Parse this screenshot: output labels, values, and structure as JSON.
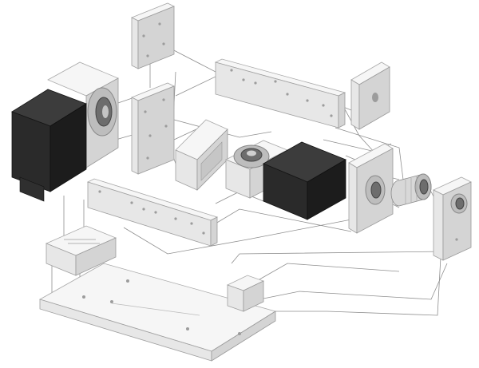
{
  "diagram": {
    "branding": {
      "motor_left_logo": "",
      "motor_right_logo": "",
      "rail_logo": ""
    },
    "colors": {
      "background": "#ffffff",
      "housing_dark": "#2a2a2a",
      "housing_light": "#e7e7e7",
      "wire": "#8f8f8f"
    },
    "parts": [
      {
        "id": "upper-bracket",
        "kind": "bracket"
      },
      {
        "id": "mid-bracket",
        "kind": "bracket"
      },
      {
        "id": "long-rail-upper",
        "kind": "rail"
      },
      {
        "id": "end-plate-upper-right",
        "kind": "plate"
      },
      {
        "id": "left-motor-unit",
        "kind": "motor"
      },
      {
        "id": "spacer-block",
        "kind": "block"
      },
      {
        "id": "center-rotary-unit",
        "kind": "motor"
      },
      {
        "id": "right-flange-plate",
        "kind": "plate"
      },
      {
        "id": "bearing-sleeve",
        "kind": "bearing"
      },
      {
        "id": "right-end-bracket",
        "kind": "bracket"
      },
      {
        "id": "long-rail-lower",
        "kind": "rail"
      },
      {
        "id": "left-base-block",
        "kind": "block"
      },
      {
        "id": "right-base-block",
        "kind": "block"
      },
      {
        "id": "base-plate",
        "kind": "plate"
      }
    ]
  }
}
